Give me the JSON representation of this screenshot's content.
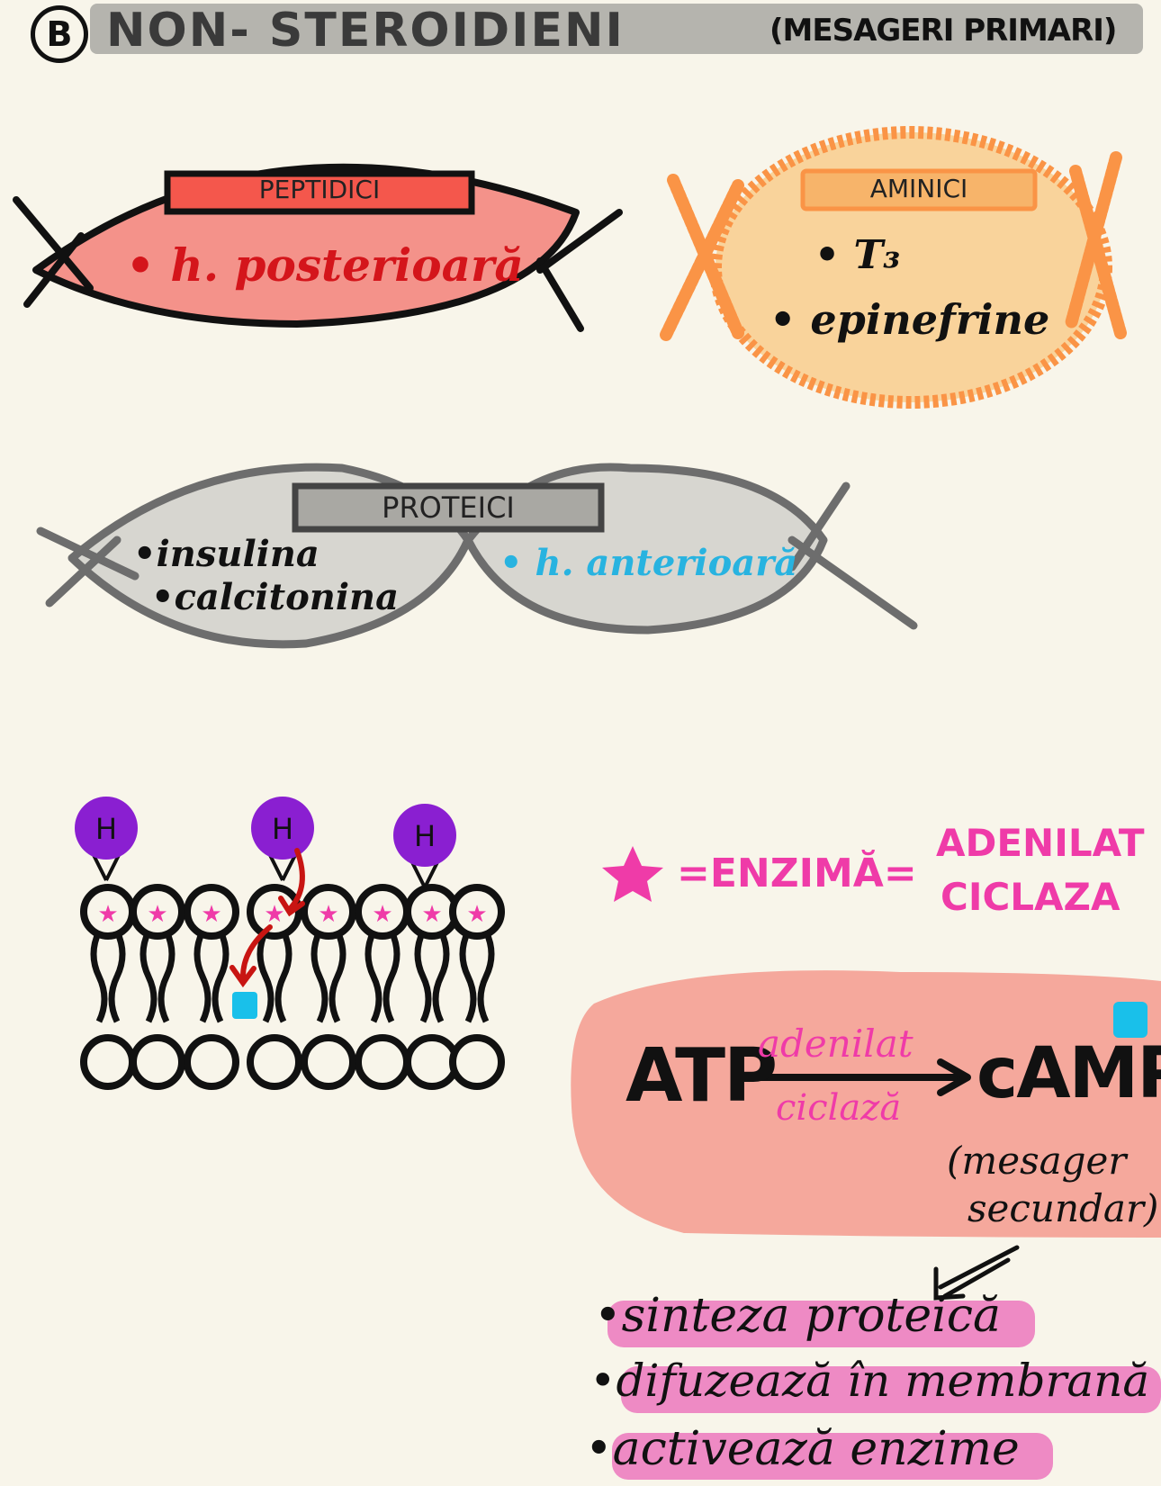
{
  "title": {
    "badge": "B",
    "main": "NON- STEROIDIENI",
    "sub": "(MESAGERI PRIMARI)"
  },
  "groups": {
    "peptidici": {
      "label": "PEPTIDICI",
      "items": [
        "• h. posterioară"
      ]
    },
    "aminici": {
      "label": "AMINICI",
      "items": [
        "• T₃",
        "• epinefrine"
      ]
    },
    "proteici": {
      "label": "PROTEICI",
      "items_left": [
        "•insulina",
        "•calcitonina"
      ],
      "items_right": [
        "• h. anterioară"
      ]
    }
  },
  "membrane": {
    "hormone_label": "H",
    "receptor_symbol": "★"
  },
  "legend": {
    "star": "★",
    "equals1": "=ENZIMĂ=",
    "enzyme_line1": "ADENILAT",
    "enzyme_line2": "CICLAZA"
  },
  "reaction": {
    "substrate": "ATP",
    "enzyme_top": "adenilat",
    "enzyme_bottom": "ciclază",
    "product": "cAMP",
    "note_line1": "(mesager",
    "note_line2": "secundar)"
  },
  "effects": [
    "•sinteza proteică",
    "•difuzează în membrană",
    "•activează enzime"
  ],
  "colors": {
    "background": "#f8f5ea",
    "peptidici_fill": "#f4928a",
    "peptidici_text": "#d4151b",
    "aminici_fill": "#f9d39b",
    "aminici_stroke": "#fa9446",
    "proteici_fill": "#d7d6d0",
    "proteici_stroke": "#6d6d6d",
    "anterior_text": "#28b3e0",
    "enzyme_pink": "#ef3ba8",
    "reaction_box": "#f5a89c",
    "hormone_purple": "#8a1fd1",
    "camp_cyan": "#19c0ea",
    "highlight_pink": "#ee8ac4"
  }
}
